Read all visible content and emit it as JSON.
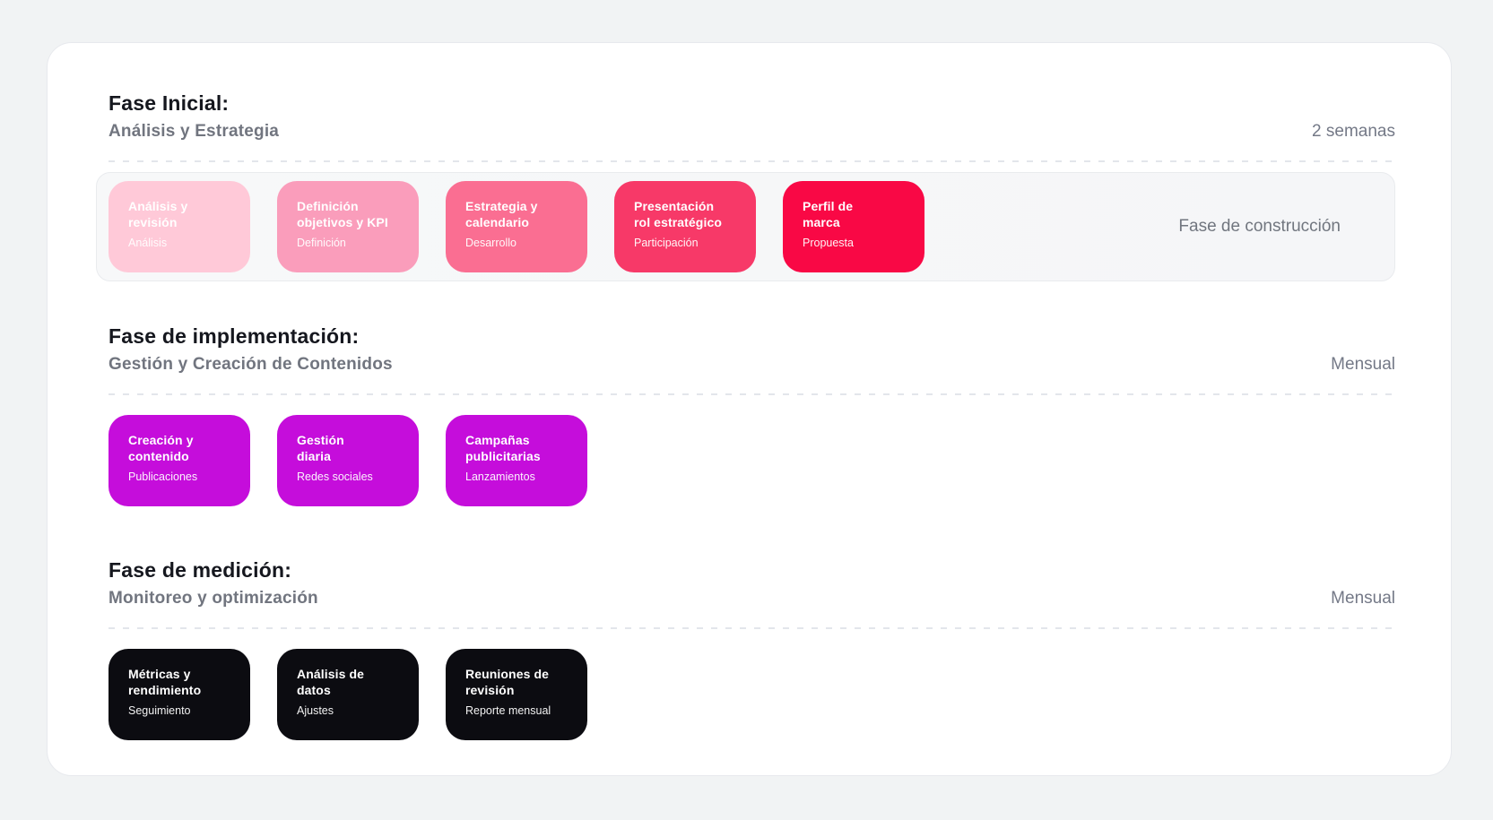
{
  "page": {
    "background_color": "#F1F3F4",
    "panel_color": "#FFFFFF"
  },
  "phases": [
    {
      "title": "Fase Inicial:",
      "subtitle": "Análisis y Estrategia",
      "duration": "2 semanas",
      "note": "Fase de construcción",
      "cards": [
        {
          "title": "Análisis y\nrevisión",
          "subtitle": "Análisis",
          "color": "#FFC9D8"
        },
        {
          "title": "Definición\nobjetivos y KPI",
          "subtitle": "Definición",
          "color": "#FA9DBB"
        },
        {
          "title": "Estrategia y\ncalendario",
          "subtitle": "Desarrollo",
          "color": "#FA6E92"
        },
        {
          "title": "Presentación\nrol estratégico",
          "subtitle": "Participación",
          "color": "#F73968"
        },
        {
          "title": "Perfil de\nmarca",
          "subtitle": "Propuesta",
          "color": "#F90845"
        }
      ]
    },
    {
      "title": "Fase de implementación:",
      "subtitle": "Gestión y Creación de Contenidos",
      "duration": "Mensual",
      "cards": [
        {
          "title": "Creación y\ncontenido",
          "subtitle": "Publicaciones",
          "color": "#C50DDB"
        },
        {
          "title": "Gestión\ndiaria",
          "subtitle": "Redes sociales",
          "color": "#C50DDB"
        },
        {
          "title": "Campañas\npublicitarias",
          "subtitle": "Lanzamientos",
          "color": "#C50DDB"
        }
      ]
    },
    {
      "title": "Fase de medición:",
      "subtitle": "Monitoreo y optimización",
      "duration": "Mensual",
      "cards": [
        {
          "title": "Métricas y\nrendimiento",
          "subtitle": "Seguimiento",
          "color": "#0C0C11"
        },
        {
          "title": "Análisis de\ndatos",
          "subtitle": "Ajustes",
          "color": "#0C0C11"
        },
        {
          "title": "Reuniones de\nrevisión",
          "subtitle": "Reporte mensual",
          "color": "#0C0C11"
        }
      ]
    }
  ]
}
